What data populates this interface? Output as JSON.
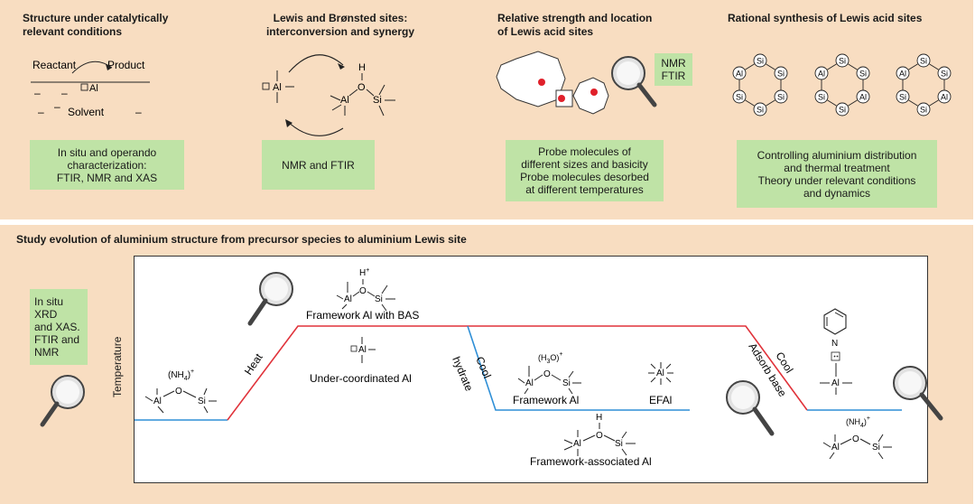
{
  "top": {
    "col1": {
      "title_lines": [
        "Structure under catalytically",
        "relevant conditions"
      ],
      "reactant": "Reactant",
      "product": "Product",
      "al_label": "Al",
      "solvent": "Solvent",
      "box_lines": [
        "In situ and operando",
        "characterization:",
        "FTIR, NMR and XAS"
      ]
    },
    "col2": {
      "title_lines": [
        "Lewis and Brønsted sites:",
        "interconversion and synergy"
      ],
      "al": "Al",
      "h": "H",
      "o": "O",
      "si": "Si",
      "box_lines": [
        "NMR and FTIR"
      ]
    },
    "col3": {
      "title_lines": [
        "Relative strength and location",
        "of Lewis acid sites"
      ],
      "tag_lines": [
        "NMR",
        "FTIR"
      ],
      "box_lines": [
        "Probe molecules of",
        "different sizes and basicity",
        "Probe molecules desorbed",
        "at different temperatures"
      ]
    },
    "col4": {
      "title_lines": [
        "Rational synthesis of Lewis acid sites"
      ],
      "si": "Si",
      "al": "Al",
      "box_lines": [
        "Controlling aluminium distribution",
        "and thermal treatment",
        "Theory under relevant conditions",
        "and dynamics"
      ]
    }
  },
  "bottom": {
    "title": "Study evolution of aluminium structure from precursor species to aluminium Lewis site",
    "side_box_lines": [
      "In situ XRD",
      "and XAS.",
      "FTIR and",
      "NMR"
    ],
    "ylabel": "Temperature",
    "labels": {
      "heat": "Heat",
      "cool_hydrate": [
        "Cool",
        "hydrate"
      ],
      "cool_adsorb": [
        "Cool",
        "Adsorb base"
      ],
      "framework_bas": "Framework Al with BAS",
      "under_coordinated": "Under-coordinated Al",
      "framework_al": "Framework Al",
      "efal": "EFAl",
      "framework_associated": "Framework-associated Al"
    },
    "chem": {
      "nh4": "(NH",
      "nh4_sub": "4",
      "nh4_end": ")",
      "plus": "+",
      "h3o": "(H",
      "h3o_sub": "3",
      "h3o_end": "O)",
      "hplus": "H",
      "h": "H",
      "al": "Al",
      "o": "O",
      "si": "Si",
      "n": "N"
    }
  },
  "colors": {
    "panel": "#f8ddc1",
    "green_box": "#bfe3a6",
    "hot_line": "#e0323a",
    "cold_line": "#2f8fd6",
    "dot": "#e0202a"
  }
}
